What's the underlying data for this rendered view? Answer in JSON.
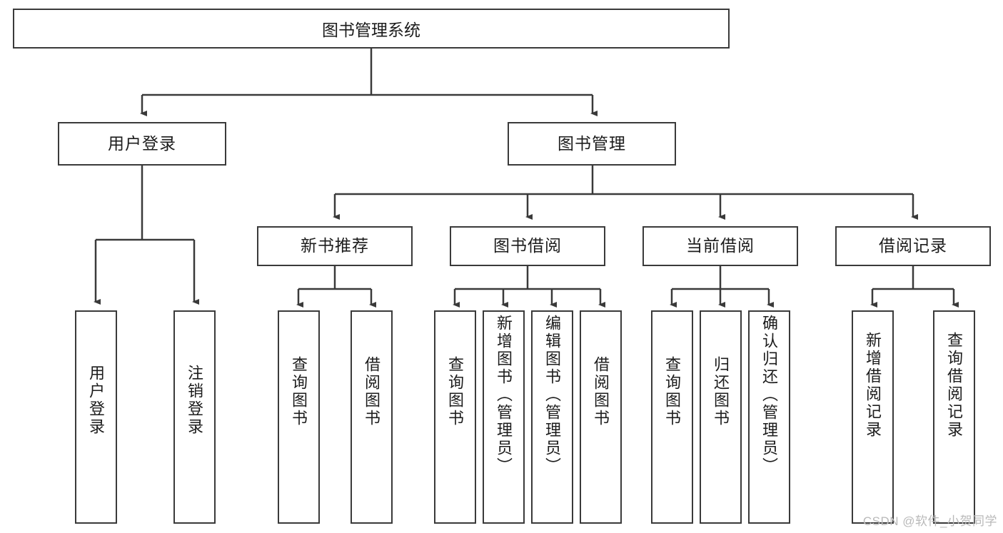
{
  "diagram": {
    "title": "图书管理系统",
    "root": {
      "label": "图书管理系统"
    },
    "level2": [
      {
        "label": "用户登录"
      },
      {
        "label": "图书管理"
      }
    ],
    "level3": [
      {
        "label": "新书推荐"
      },
      {
        "label": "图书借阅"
      },
      {
        "label": "当前借阅"
      },
      {
        "label": "借阅记录"
      }
    ],
    "leaves": {
      "user_login": [
        {
          "label": "用户登录"
        },
        {
          "label": "注销登录"
        }
      ],
      "new_book_recommend": [
        {
          "label": "查询图书"
        },
        {
          "label": "借阅图书"
        }
      ],
      "book_borrow": [
        {
          "label": "查询图书"
        },
        {
          "label": "新增图书（管理员）"
        },
        {
          "label": "编辑图书（管理员）"
        },
        {
          "label": "借阅图书"
        }
      ],
      "current_borrow": [
        {
          "label": "查询图书"
        },
        {
          "label": "归还图书"
        },
        {
          "label": "确认归还（管理员）"
        }
      ],
      "borrow_record": [
        {
          "label": "新增借阅记录"
        },
        {
          "label": "查询借阅记录"
        }
      ]
    }
  },
  "watermark": {
    "text": "CSDN @软件_小贺同学"
  },
  "colors": {
    "line": "#3a3a3a",
    "text": "#1c1c1c",
    "background": "#ffffff",
    "watermark": "#b9b9b9"
  }
}
